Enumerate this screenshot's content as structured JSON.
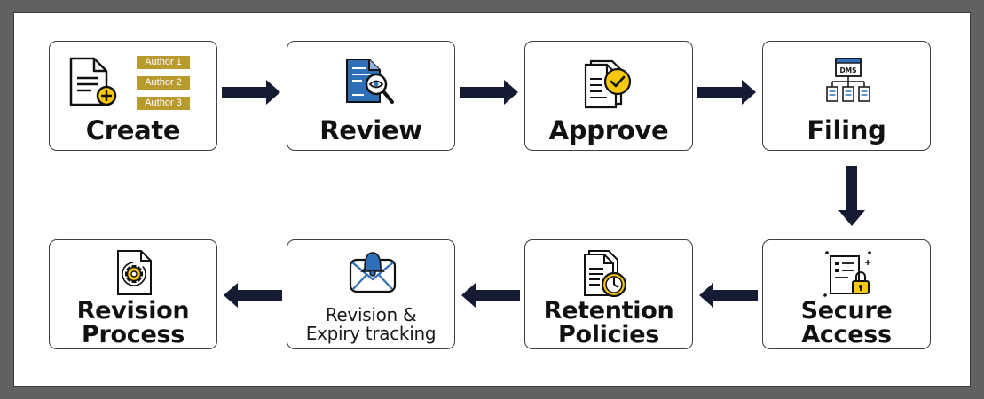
{
  "colors": {
    "arrow": "#141b33",
    "accent_yellow": "#f6c90e",
    "accent_blue": "#2f6fb8",
    "author_badge": "#b99a2d"
  },
  "steps": [
    {
      "id": "create",
      "label": "Create",
      "icon": "document-add-icon",
      "authors": [
        "Author 1",
        "Author 2",
        "Author 3"
      ]
    },
    {
      "id": "review",
      "label": "Review",
      "icon": "document-search-icon"
    },
    {
      "id": "approve",
      "label": "Approve",
      "icon": "document-check-icon"
    },
    {
      "id": "filing",
      "label": "Filing",
      "icon": "dms-hierarchy-icon",
      "icon_text": "DMS"
    },
    {
      "id": "secure-access",
      "label_lines": [
        "Secure",
        "Access"
      ],
      "icon": "document-lock-icon"
    },
    {
      "id": "retention-policies",
      "label_lines": [
        "Retention",
        "Policies"
      ],
      "icon": "document-clock-icon"
    },
    {
      "id": "expiry-tracking",
      "label_lines": [
        "Revision &",
        "Expiry tracking"
      ],
      "icon": "mail-bell-icon"
    },
    {
      "id": "revision-process",
      "label_lines": [
        "Revision",
        "Process"
      ],
      "icon": "document-gear-icon"
    }
  ]
}
